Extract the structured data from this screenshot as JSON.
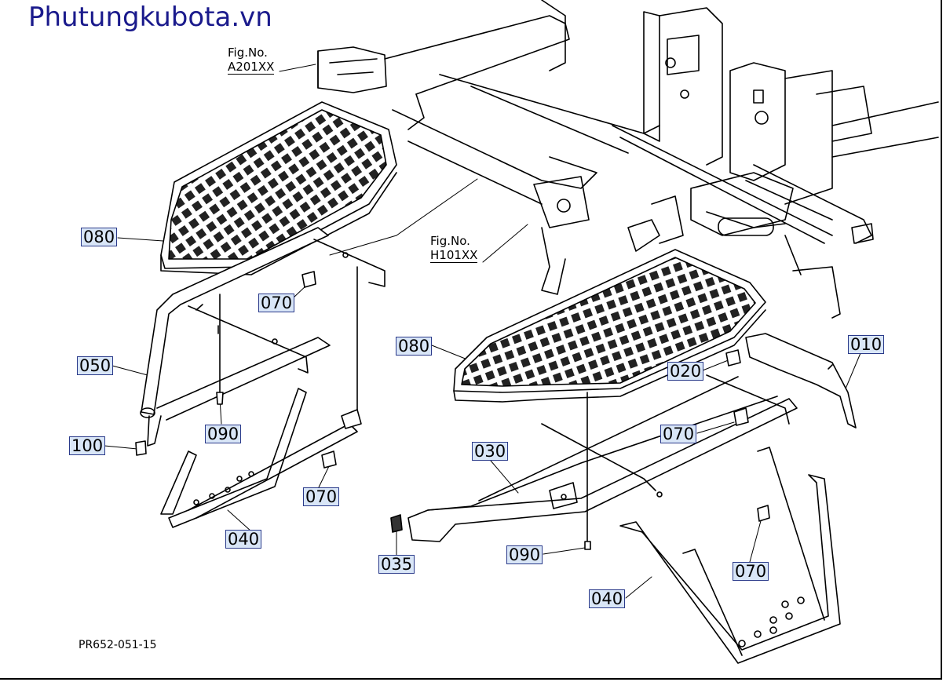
{
  "site": {
    "watermark": "Phutungkubota.vn"
  },
  "figure_refs": [
    {
      "label": "Fig.No.",
      "code": "A201XX"
    },
    {
      "label": "Fig.No.",
      "code": "H101XX"
    }
  ],
  "callouts": {
    "c080_left": "080",
    "c070_upper_left": "070",
    "c050": "050",
    "c090_left": "090",
    "c100": "100",
    "c070_lower_left": "070",
    "c040_left": "040",
    "c080_right": "080",
    "c010": "010",
    "c020": "020",
    "c070_mid_right": "070",
    "c030": "030",
    "c035": "035",
    "c090_right": "090",
    "c070_lower_right": "070",
    "c040_right": "040"
  },
  "drawing_code": "PR652-051-15",
  "colors": {
    "watermark": "#1a1a8c",
    "callout_fill": "#d9e6f7",
    "line": "#000000"
  }
}
